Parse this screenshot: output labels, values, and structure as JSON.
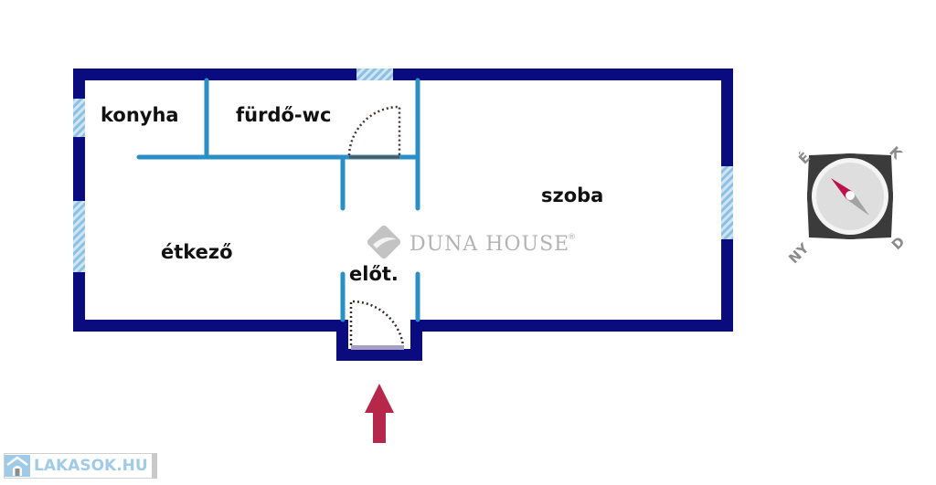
{
  "rooms": {
    "kitchen": "konyha",
    "bathroom": "fürdő-wc",
    "room": "szoba",
    "dining": "étkező",
    "hall": "előt."
  },
  "watermark": {
    "brand": "DUNA HOUSE",
    "mark": "®"
  },
  "compass": {
    "north": "É",
    "east": "K",
    "south": "D",
    "west": "NY"
  },
  "badge": {
    "label": "LAKASOK.HU"
  },
  "colors": {
    "outer_wall": "#0b0b80",
    "inner_wall": "#2a8fc4",
    "window": "#9cc9e6",
    "arrow": "#b5284c",
    "needle": "#c0104c"
  }
}
